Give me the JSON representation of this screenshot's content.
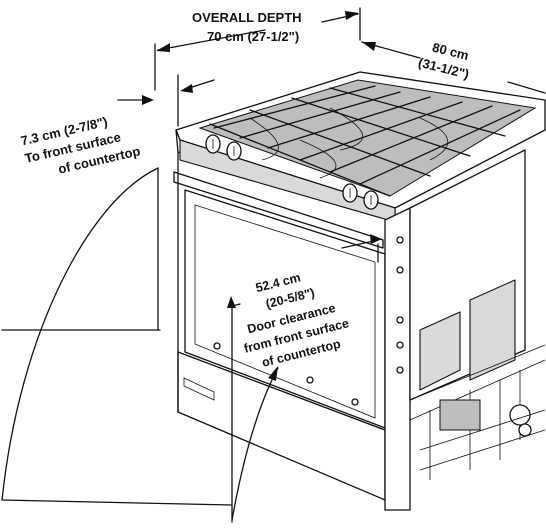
{
  "labels": {
    "overall_depth": {
      "title": "OVERALL DEPTH",
      "value": "70 cm (27-1/2\")"
    },
    "width": {
      "line1": "80 cm",
      "line2": "(31-1/2\")"
    },
    "countertop_offset": {
      "line1": "7.3 cm (2-7/8\")",
      "line2": "To front surface",
      "line3": "of countertop"
    },
    "door_clearance": {
      "line1": "52.4 cm",
      "line2": "(20-5/8\")",
      "line3": "Door clearance",
      "line4": "from front surface",
      "line5": "of countertop"
    }
  }
}
